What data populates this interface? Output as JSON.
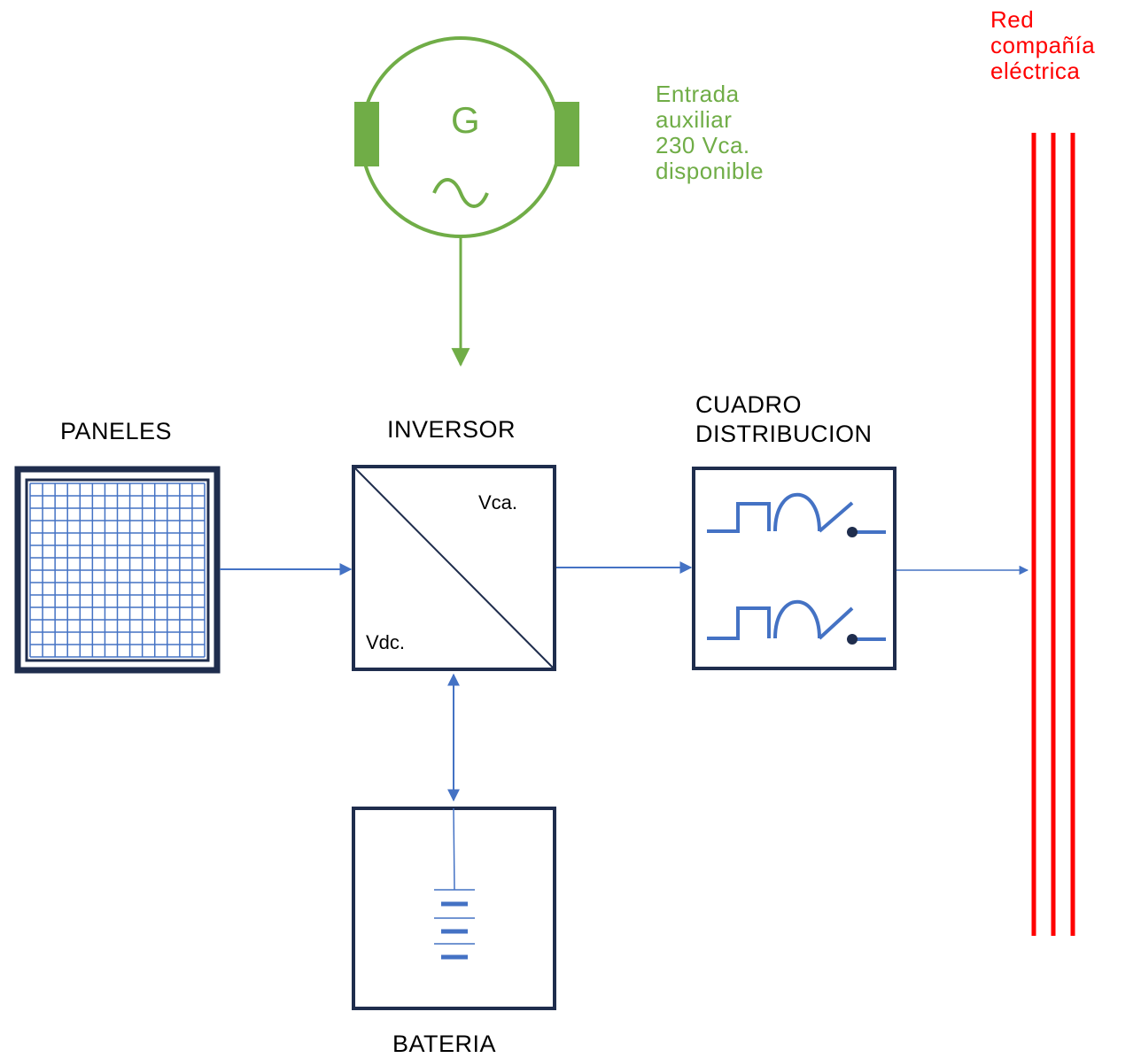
{
  "labels": {
    "paneles": "PANELES",
    "inversor": "INVERSOR",
    "cuadro_line1": "CUADRO",
    "cuadro_line2": "DISTRIBUCION",
    "bateria": "BATERIA",
    "vca": "Vca.",
    "vdc": "Vdc.",
    "generator_letter": "G",
    "aux_line1": "Entrada",
    "aux_line2": "auxiliar",
    "aux_line3": "230 Vca.",
    "aux_line4": "disponible",
    "grid_line1": "Red",
    "grid_line2": "compañía",
    "grid_line3": "eléctrica"
  },
  "colors": {
    "box_border": "#1f2d4d",
    "flow": "#4472c4",
    "generator": "#70ad47",
    "grid": "#ff0000"
  },
  "icons": {
    "panel": "solar-panel-grid-icon",
    "generator": "ac-generator-icon",
    "battery": "battery-icon",
    "breaker": "circuit-breaker-icon"
  }
}
